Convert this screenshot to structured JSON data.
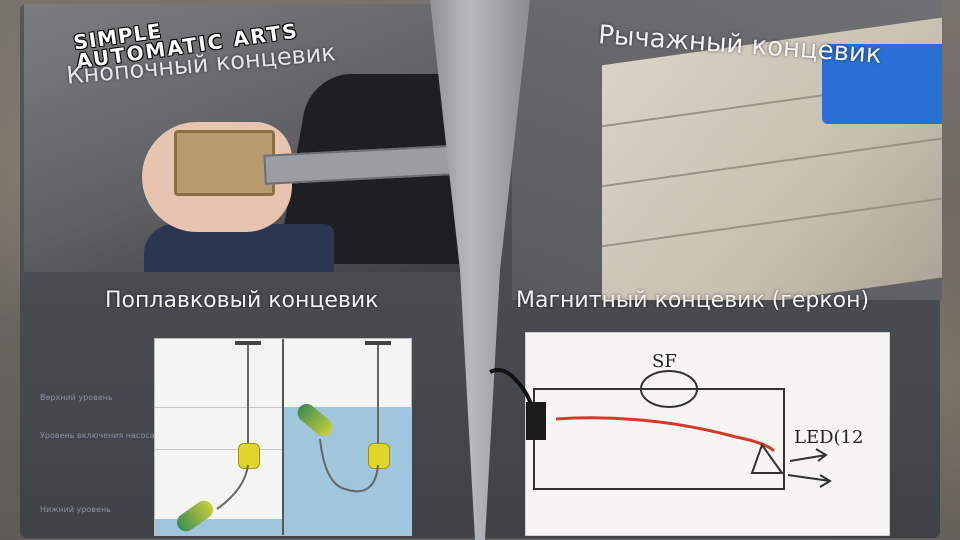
{
  "brand": {
    "line1": "SIMPLE",
    "line2": "AUTOMATIC ARTS"
  },
  "titles": {
    "button_switch": "Кнопочный концевик",
    "lever_switch": "Рычажный концевик",
    "float_switch": "Поплавковый концевик",
    "magnetic_switch": "Магнитный концевик (геркон)"
  },
  "float_diagram": {
    "levels": [
      "Верхний уровень",
      "Уровень включения насоса",
      "Нижний уровень"
    ]
  },
  "sketch": {
    "sf_label": "SF",
    "led_label": "LED(12"
  },
  "colors": {
    "float_yellow": "#e2d52a",
    "water_blue": "#9fc6dc",
    "lever_switch_blue": "#2a6fd6",
    "sketch_wire_red": "#d23a2a"
  }
}
